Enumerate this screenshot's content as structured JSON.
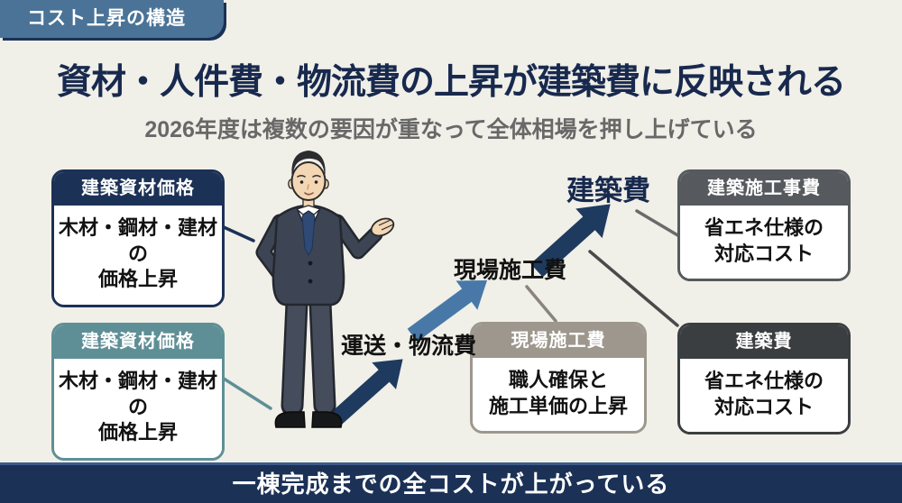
{
  "badge": {
    "label": "コスト上昇の構造"
  },
  "header": {
    "title": "資材・人件費・物流費の上昇が建築費に反映される",
    "subtitle": "2026年度は複数の要因が重なって全体相場を押し上げている"
  },
  "boxes": {
    "top_left": {
      "header": "建築資材価格",
      "body_line1": "木材・鋼材・建材の",
      "body_line2": "価格上昇"
    },
    "bottom_left": {
      "header": "建築資材価格",
      "body_line1": "木材・鋼材・建材の",
      "body_line2": "価格上昇"
    },
    "center": {
      "header": "現場施工費",
      "body_line1": "職人確保と",
      "body_line2": "施工単価の上昇"
    },
    "top_right": {
      "header": "建築施工事費",
      "body_line1": "省エネ仕様の",
      "body_line2": "対応コスト"
    },
    "bottom_right": {
      "header": "建築費",
      "body_line1": "省エネ仕様の",
      "body_line2": "対応コスト"
    }
  },
  "path_labels": {
    "logistics": "運送・物流費",
    "site_construction": "現場施工費",
    "building": "建築費"
  },
  "footer": {
    "label": "一棟完成までの全コストが上がっている"
  },
  "icons": {
    "businessman": "businessman-presenting-illustration",
    "arrows": [
      "rising-arrow-navy",
      "rising-arrow-steel-blue",
      "rising-arrow-navy-large"
    ]
  },
  "colors": {
    "background": "#f0efe8",
    "navy": "#1b3156",
    "badge_blue": "#4a7397",
    "teal_header": "#5f8f96",
    "warm_gray_header": "#9d978d",
    "dark_gray_header": "#565a5e",
    "near_black_header": "#3b3e40",
    "arrow_navy": "#1e3a5f",
    "arrow_steel_blue": "#4878a8",
    "title_navy": "#18294e",
    "subtitle_gray": "#686868"
  }
}
